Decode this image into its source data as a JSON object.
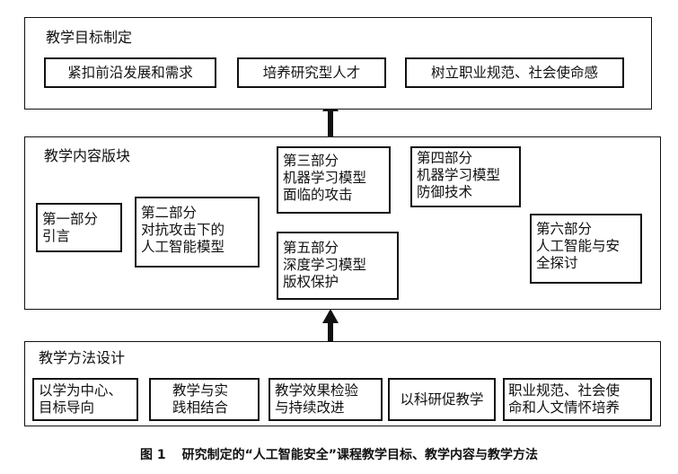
{
  "goals": {
    "title": "教学目标制定",
    "items": [
      "紧扣前沿发展和需求",
      "培养研究型人才",
      "树立职业规范、社会使命感"
    ]
  },
  "content": {
    "title": "教学内容版块",
    "part1": {
      "line1": "第一部分",
      "line2": "引言"
    },
    "part2": {
      "line1": "第二部分",
      "line2": "对抗攻击下的",
      "line3": "人工智能模型"
    },
    "part3": {
      "line1": "第三部分",
      "line2": "机器学习模型",
      "line3": "面临的攻击"
    },
    "part4": {
      "line1": "第四部分",
      "line2": "机器学习模型",
      "line3": "防御技术"
    },
    "part5": {
      "line1": "第五部分",
      "line2": "深度学习模型",
      "line3": "版权保护"
    },
    "part6": {
      "line1": "第六部分",
      "line2": "人工智能与安",
      "line3": "全探讨"
    }
  },
  "methods": {
    "title": "教学方法设计",
    "m1": {
      "line1": "以学为中心、",
      "line2": "目标导向"
    },
    "m2": {
      "line1": "教学与实",
      "line2": "践相结合"
    },
    "m3": {
      "line1": "教学效果检验",
      "line2": "与持续改进"
    },
    "m4": {
      "line1": "以科研促教学"
    },
    "m5": {
      "line1": "职业规范、社会使",
      "line2": "命和人文情怀培养"
    }
  },
  "caption": {
    "figure": "图 1",
    "text": "研究制定的“人工智能安全”课程教学目标、教学内容与教学方法"
  }
}
